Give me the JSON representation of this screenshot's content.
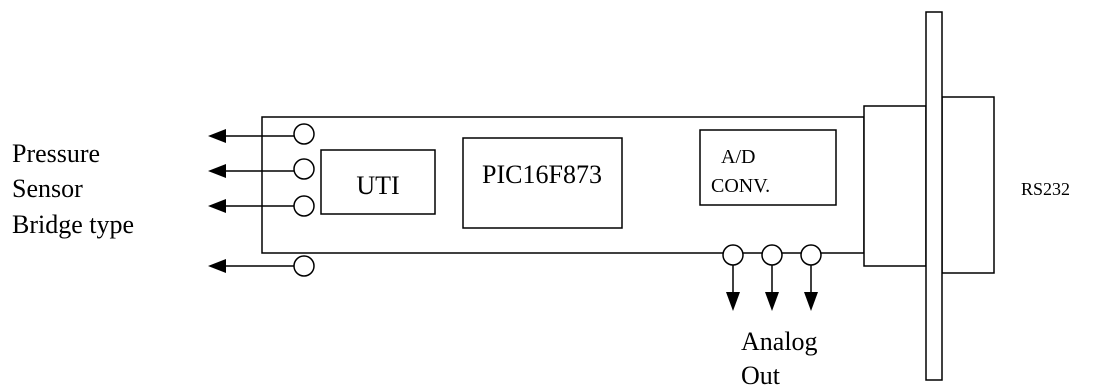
{
  "diagram": {
    "sensor_label": [
      "Pressure",
      "Sensor",
      "Bridge type"
    ],
    "blocks": {
      "uti": "UTI",
      "pic": "PIC16F873",
      "adc": [
        "A/D",
        "CONV."
      ]
    },
    "connector_label": "RS232",
    "analog_label": [
      "Analog",
      "Out"
    ]
  }
}
